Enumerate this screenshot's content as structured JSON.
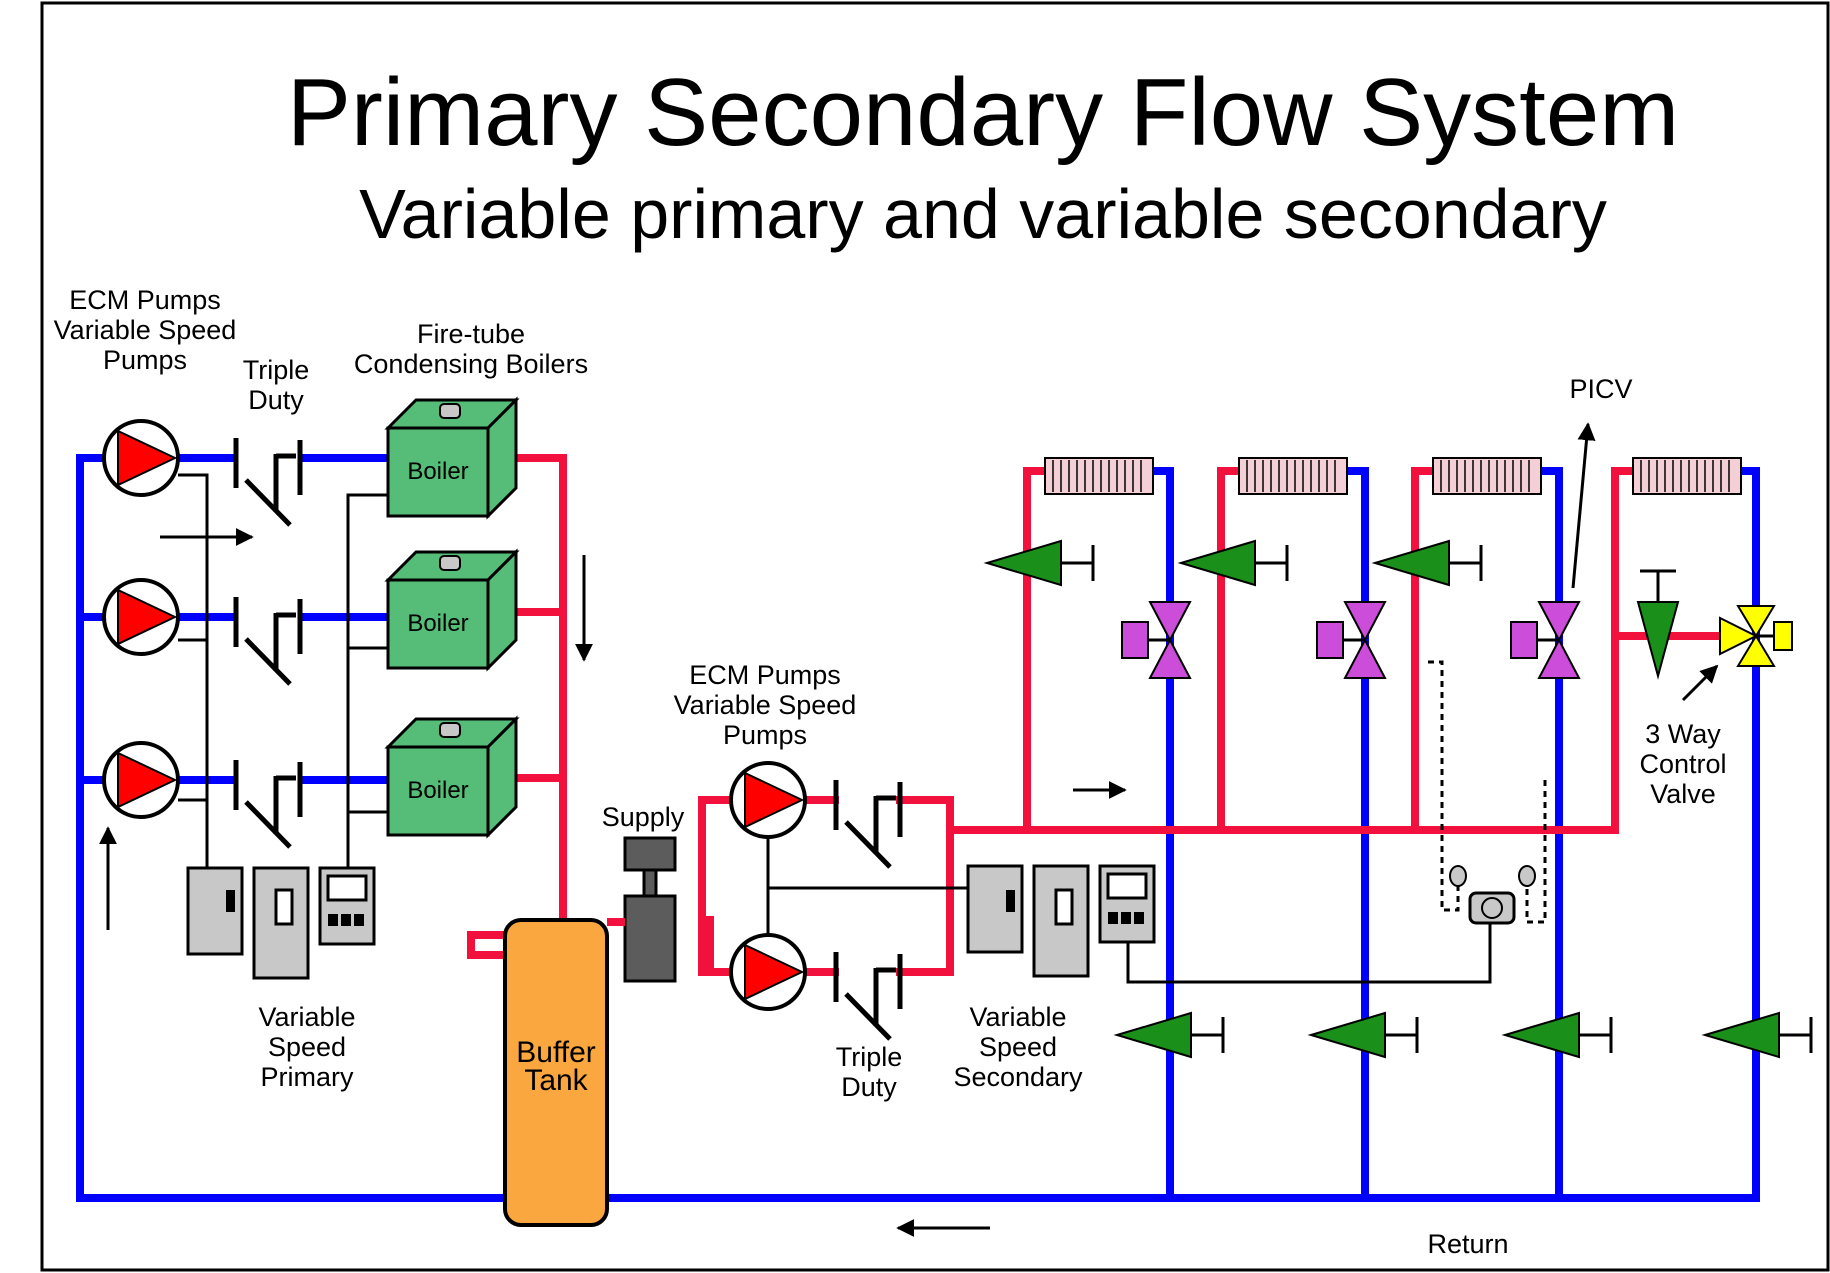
{
  "title": "Primary Secondary Flow System",
  "subtitle": "Variable primary and variable secondary",
  "labels": {
    "primary_pumps": [
      "ECM Pumps",
      "Variable Speed",
      "Pumps"
    ],
    "primary_triple": [
      "Triple",
      "Duty"
    ],
    "boilers_heading": [
      "Fire-tube",
      "Condensing Boilers"
    ],
    "boiler": "Boiler",
    "vs_primary": [
      "Variable",
      "Speed",
      "Primary"
    ],
    "buffer_tank": [
      "Buffer",
      "Tank"
    ],
    "supply": "Supply",
    "secondary_pumps": [
      "ECM Pumps",
      "Variable Speed",
      "Pumps"
    ],
    "secondary_triple": [
      "Triple",
      "Duty"
    ],
    "vs_secondary": [
      "Variable",
      "Speed",
      "Secondary"
    ],
    "picv": "PICV",
    "three_way": [
      "3 Way",
      "Control",
      "Valve"
    ],
    "return": "Return"
  },
  "colors": {
    "supply_pipe": "#f2113c",
    "return_pipe": "#0000ff",
    "boiler": "#55bd77",
    "pump": "#ff0000",
    "tank": "#f9a73e",
    "balancing_valve": "#1a8f1a",
    "picv": "#cc4dd9",
    "three_way_valve": "#ffff00",
    "coil": "#f5cfd6",
    "panel": "#c8c8c8"
  },
  "icons": [
    "pump-icon",
    "triple-duty-valve-icon",
    "boiler-icon",
    "vfd-icon",
    "controller-icon",
    "balancing-valve-icon",
    "picv-icon",
    "three-way-valve-icon",
    "coil-icon",
    "flow-arrow-icon",
    "differential-pressure-sensor-icon"
  ]
}
